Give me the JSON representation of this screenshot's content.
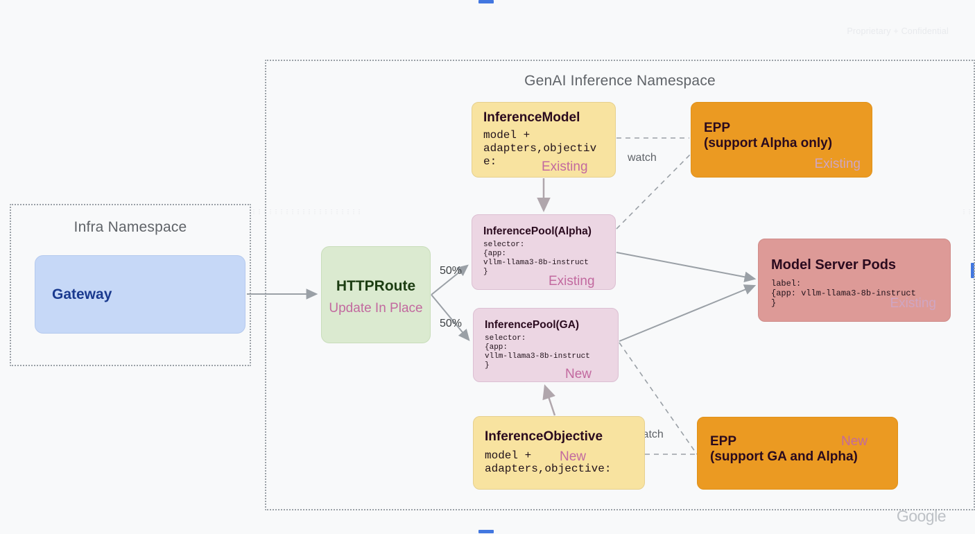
{
  "slide": {
    "confidential": "Proprietary + Confidential",
    "brand": "Google"
  },
  "namespaces": [
    {
      "id": "infra",
      "title": "Infra Namespace"
    },
    {
      "id": "genai",
      "title": "GenAI Inference Namespace"
    }
  ],
  "nodes": {
    "gateway": {
      "title": "Gateway"
    },
    "httproute": {
      "title": "HTTPRoute",
      "badge": "Update In Place"
    },
    "inference_model": {
      "title": "InferenceModel",
      "body": "model +\nadapters,objectiv\ne:",
      "badge": "Existing"
    },
    "pool_alpha": {
      "title": "InferencePool(Alpha)",
      "body": "selector:\n{app:\nvllm-llama3-8b-instruct\n}",
      "badge": "Existing"
    },
    "pool_ga": {
      "title": "InferencePool(GA)",
      "body": "selector:\n{app:\nvllm-llama3-8b-instruct\n}",
      "badge": "New"
    },
    "inference_objective": {
      "title": "InferenceObjective",
      "body": "model +\nadapters,objective:",
      "badge": "New"
    },
    "epp_alpha": {
      "title": "EPP\n(support Alpha only)",
      "badge": "Existing"
    },
    "epp_ga": {
      "title": "EPP\n(support GA and Alpha)",
      "badge": "New"
    },
    "model_server_pods": {
      "title": "Model Server Pods",
      "body": "label:\n{app: vllm-llama3-8b-instruct\n}",
      "badge": "Existing"
    }
  },
  "edges": {
    "split_top": "50%",
    "split_bottom": "50%",
    "watch_top": "watch",
    "watch_bottom": "watch"
  },
  "colors": {
    "canvas": "#f8f9fa",
    "gateway": "#c6d8f7",
    "httproute": "#dbead0",
    "inference_yellow": "#f8e3a0",
    "pool_pink": "#ecd6e3",
    "epp_orange": "#eb9a22",
    "pods_red": "#dd9a97",
    "badge": "#c2699f",
    "namespace_border": "#9aa0a6",
    "connector": "#9aa0a6",
    "selection_handle": "#4277e0"
  }
}
